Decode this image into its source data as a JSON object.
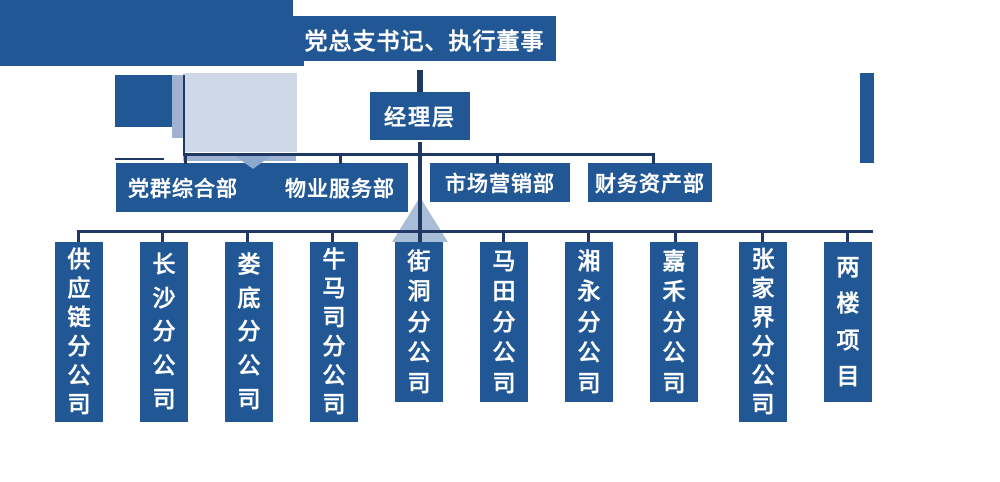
{
  "org_chart": {
    "root": {
      "label": "党总支书记、执行董事"
    },
    "management": {
      "label": "经理层"
    },
    "departments": [
      {
        "label": "党群综合部"
      },
      {
        "label": "物业服务部"
      },
      {
        "label": "市场营销部"
      },
      {
        "label": "财务资产部"
      }
    ],
    "subsidiaries": [
      {
        "label": "供应链分公司"
      },
      {
        "label": "长沙分公司"
      },
      {
        "label": "娄底分公司"
      },
      {
        "label": "牛马司分公司"
      },
      {
        "label": "街洞分公司"
      },
      {
        "label": "马田分公司"
      },
      {
        "label": "湘永分公司"
      },
      {
        "label": "嘉禾分公司"
      },
      {
        "label": "张家界分公司"
      },
      {
        "label": "两楼项目"
      }
    ]
  },
  "colors": {
    "box_blue": "#215795",
    "line_navy": "#1F3864",
    "light_blue": "#CFD8E6",
    "medium_blue": "#9FB3D1",
    "accent_blue": "#A9BDD8",
    "chevron_blue": "#8CA9CE",
    "text_white": "#FFFFFF"
  }
}
